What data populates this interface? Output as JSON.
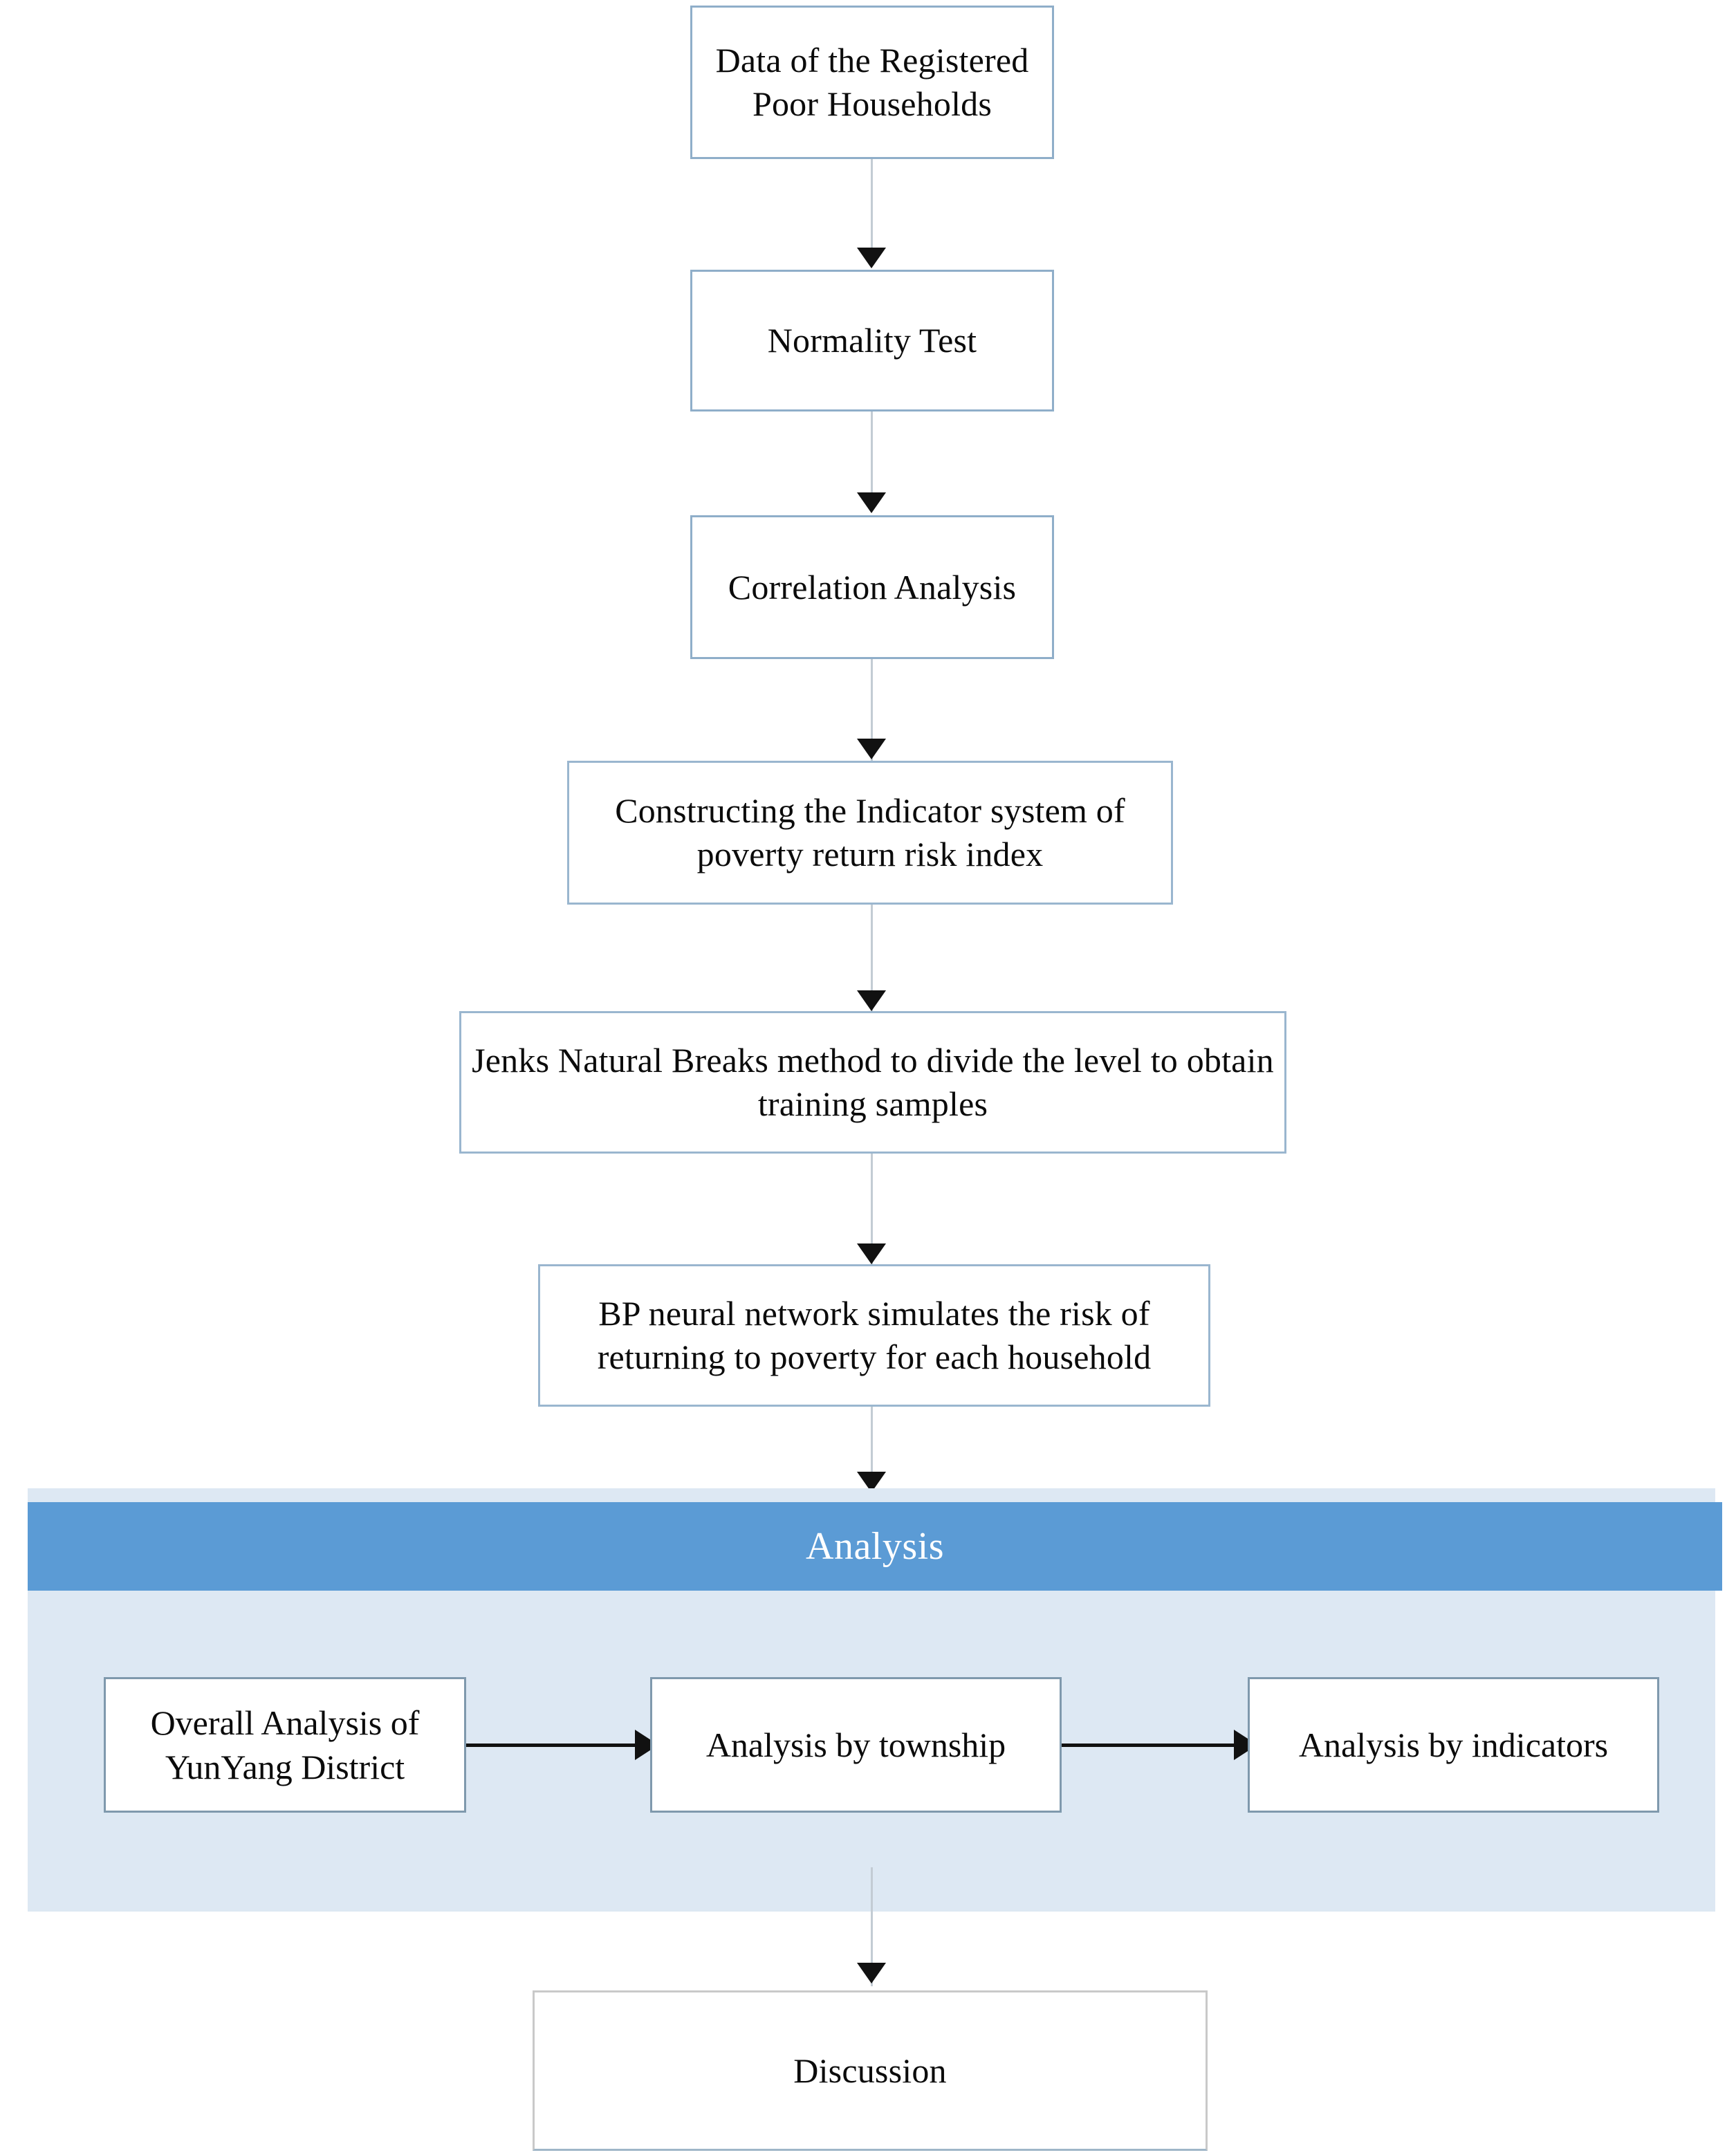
{
  "diagram": {
    "title": "Research workflow flowchart",
    "colors": {
      "banner_fill": "#5B9BD5",
      "banner_text": "#FFFFFF",
      "panel_fill": "#DDE8F3",
      "box_border": "#8FAEC9",
      "box_fill": "#FFFFFF",
      "connector_line": "#C3CCD4",
      "arrow_head": "#111111",
      "horizontal_arrow": "#111111",
      "text": "#0B0B0B"
    },
    "nodes": [
      {
        "id": "data",
        "label": "Data of the Registered Poor Households"
      },
      {
        "id": "normality",
        "label": "Normality Test"
      },
      {
        "id": "correlation",
        "label": "Correlation Analysis"
      },
      {
        "id": "indicator",
        "label": "Constructing the Indicator system of poverty return risk index"
      },
      {
        "id": "jenks",
        "label": "Jenks Natural Breaks method to divide the level to obtain training samples"
      },
      {
        "id": "bpnn",
        "label": "BP neural network simulates the risk of returning to poverty for each household"
      },
      {
        "id": "discussion",
        "label": "Discussion"
      }
    ],
    "analysis_group": {
      "banner_label": "Analysis",
      "boxes": [
        {
          "id": "overall",
          "label": "Overall Analysis of YunYang District"
        },
        {
          "id": "township",
          "label": "Analysis by township"
        },
        {
          "id": "indicators",
          "label": "Analysis by indicators"
        }
      ]
    },
    "edges": [
      {
        "from": "data",
        "to": "normality",
        "type": "vertical"
      },
      {
        "from": "normality",
        "to": "correlation",
        "type": "vertical"
      },
      {
        "from": "correlation",
        "to": "indicator",
        "type": "vertical"
      },
      {
        "from": "indicator",
        "to": "jenks",
        "type": "vertical"
      },
      {
        "from": "jenks",
        "to": "bpnn",
        "type": "vertical"
      },
      {
        "from": "bpnn",
        "to": "analysis",
        "type": "vertical"
      },
      {
        "from": "overall",
        "to": "township",
        "type": "horizontal"
      },
      {
        "from": "township",
        "to": "indicators",
        "type": "horizontal"
      },
      {
        "from": "analysis",
        "to": "discussion",
        "type": "vertical"
      }
    ]
  }
}
